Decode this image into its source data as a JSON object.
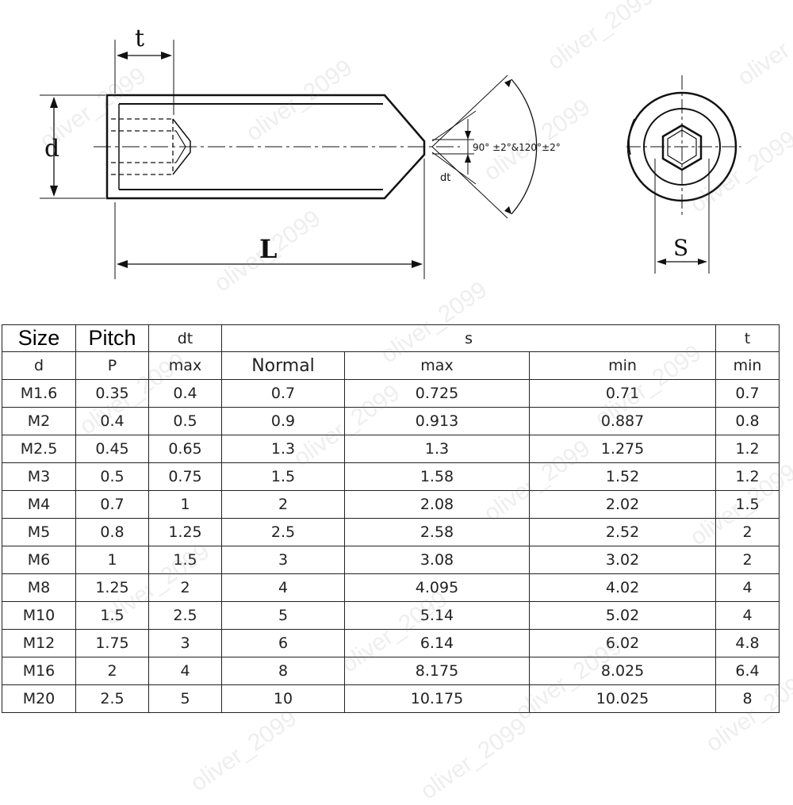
{
  "diagram": {
    "labels": {
      "t": "t",
      "d": "d",
      "L": "L",
      "s": "S",
      "dt": "dt",
      "angle": "90° ±2°&120°±2°"
    }
  },
  "table": {
    "header1": {
      "size": "Size",
      "pitch": "Pitch",
      "dt": "dt",
      "s": "s",
      "t": "t"
    },
    "header2": {
      "size": "d",
      "pitch": "P",
      "dt": "max",
      "s_normal": "Normal",
      "s_max": "max",
      "s_min": "min",
      "t": "min"
    },
    "rows": [
      [
        "M1.6",
        "0.35",
        "0.4",
        "0.7",
        "0.725",
        "0.71",
        "0.7"
      ],
      [
        "M2",
        "0.4",
        "0.5",
        "0.9",
        "0.913",
        "0.887",
        "0.8"
      ],
      [
        "M2.5",
        "0.45",
        "0.65",
        "1.3",
        "1.3",
        "1.275",
        "1.2"
      ],
      [
        "M3",
        "0.5",
        "0.75",
        "1.5",
        "1.58",
        "1.52",
        "1.2"
      ],
      [
        "M4",
        "0.7",
        "1",
        "2",
        "2.08",
        "2.02",
        "1.5"
      ],
      [
        "M5",
        "0.8",
        "1.25",
        "2.5",
        "2.58",
        "2.52",
        "2"
      ],
      [
        "M6",
        "1",
        "1.5",
        "3",
        "3.08",
        "3.02",
        "2"
      ],
      [
        "M8",
        "1.25",
        "2",
        "4",
        "4.095",
        "4.02",
        "4"
      ],
      [
        "M10",
        "1.5",
        "2.5",
        "5",
        "5.14",
        "5.02",
        "4"
      ],
      [
        "M12",
        "1.75",
        "3",
        "6",
        "6.14",
        "6.02",
        "4.8"
      ],
      [
        "M16",
        "2",
        "4",
        "8",
        "8.175",
        "8.025",
        "6.4"
      ],
      [
        "M20",
        "2.5",
        "5",
        "10",
        "10.175",
        "10.025",
        "8"
      ]
    ]
  },
  "watermark": "oliver_2099"
}
